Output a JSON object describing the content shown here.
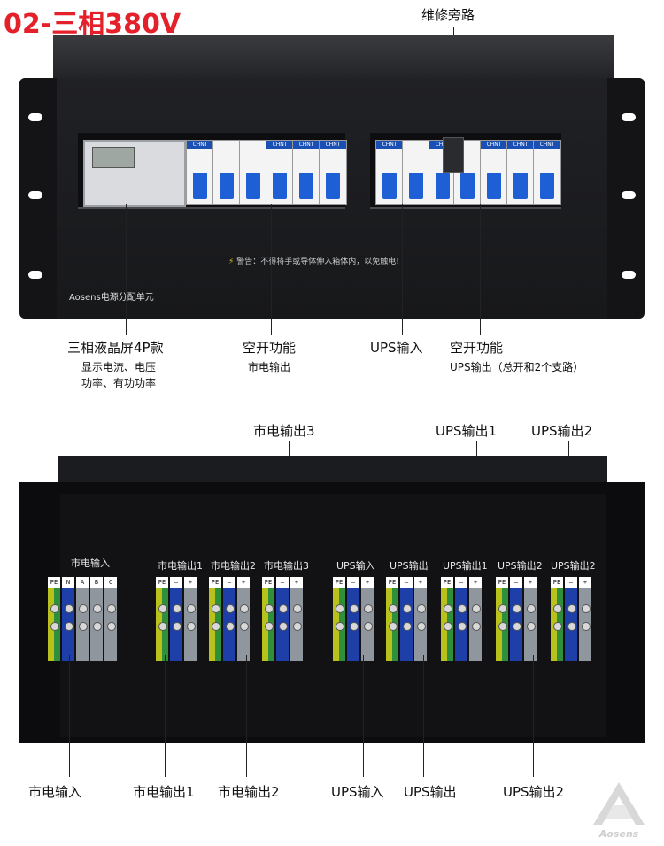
{
  "title": "02-三相380V",
  "front": {
    "bypass_label": "维修旁路",
    "warning": "警告：不得将手或导体伸入箱体内，以免触电!",
    "brand": "Aosens电源分配单元",
    "breaker_brand": "CHNT",
    "callouts": {
      "meter_title": "三相液晶屏4P款",
      "meter_sub1": "显示电流、电压",
      "meter_sub2": "功率、有功功率",
      "breaker1_title": "空开功能",
      "breaker1_sub": "市电输出",
      "ups_in": "UPS输入",
      "breaker2_title": "空开功能",
      "breaker2_sub": "UPS输出（总开和2个支路）"
    }
  },
  "rear": {
    "top_callouts": {
      "mains_out3": "市电输出3",
      "ups_out1": "UPS输出1",
      "ups_out2": "UPS输出2"
    },
    "section_labels": [
      "市电输入",
      "市电输出1",
      "市电输出2",
      "市电输出3",
      "UPS输入",
      "UPS输出",
      "UPS输出1",
      "UPS输出2",
      "UPS输出2"
    ],
    "terminal_caps": {
      "mains_in": [
        "PE",
        "N",
        "A",
        "B",
        "C"
      ],
      "group": [
        "PE",
        "—",
        "+"
      ]
    },
    "bottom_callouts": {
      "mains_in": "市电输入",
      "mains_out1": "市电输出1",
      "mains_out2": "市电输出2",
      "ups_in": "UPS输入",
      "ups_out": "UPS输出",
      "ups_out2": "UPS输出2"
    }
  },
  "logo_text": "Aosens",
  "colors": {
    "title": "#e4202a",
    "breaker_blue": "#1f5fd6",
    "terminal_yellow_green": "#b9c21c",
    "terminal_blue": "#1e3fa8",
    "terminal_grey": "#8f969e"
  }
}
